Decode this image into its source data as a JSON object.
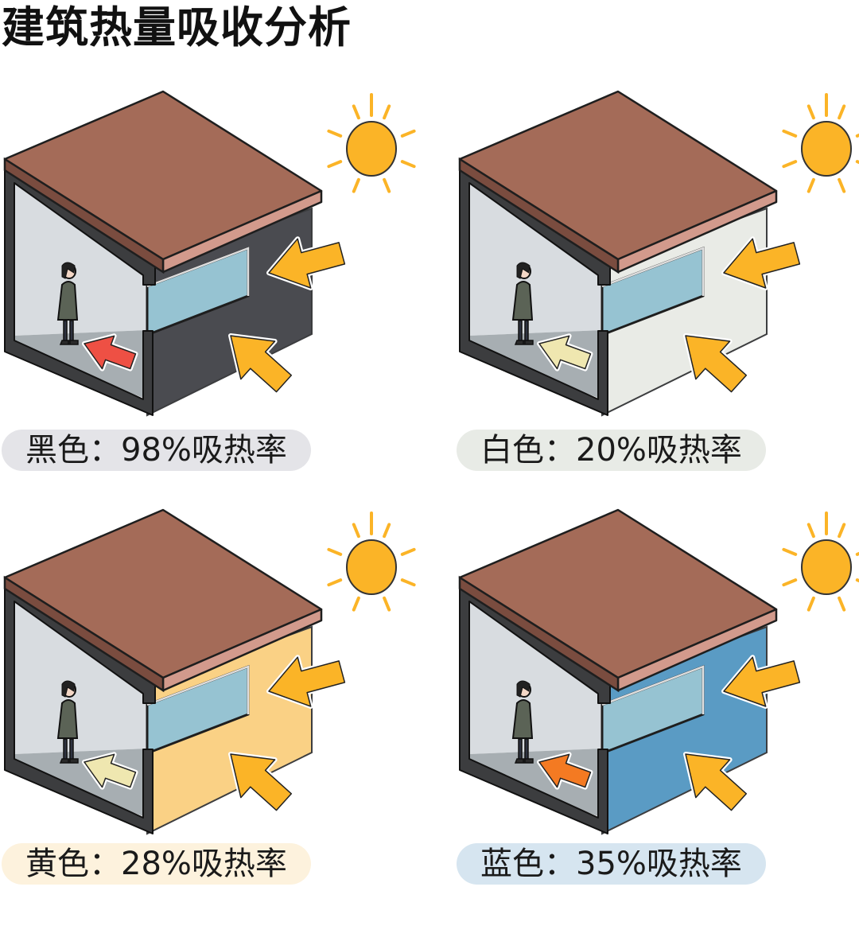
{
  "title": "建筑热量吸收分析",
  "panels": [
    {
      "label": "黑色：98%吸热率",
      "wall_color": "#4a4b50",
      "inner_arrow_color": "#ee5044",
      "caption_bg": "#e4e4e8"
    },
    {
      "label": "白色：20%吸热率",
      "wall_color": "#e9ebe6",
      "inner_arrow_color": "#efe7b0",
      "caption_bg": "#e8ebe6"
    },
    {
      "label": "黄色：28%吸热率",
      "wall_color": "#fad185",
      "inner_arrow_color": "#efe7b0",
      "caption_bg": "#fdf2dd"
    },
    {
      "label": "蓝色：35%吸热率",
      "wall_color": "#5a9bc4",
      "inner_arrow_color": "#f47a22",
      "caption_bg": "#d6e5f0"
    }
  ],
  "colors": {
    "roof_top": "#a46b58",
    "roof_edge": "#d29a8c",
    "frame": "#3c3d3f",
    "inner_wall": "#d8dce0",
    "floor": "#a7aeb2",
    "glass": "#96c3d2",
    "sun": "#fbb427",
    "sun_arrow": "#fbb427",
    "coat": "#5b6356",
    "pants": "#2e3340"
  },
  "icons": [
    "sun-icon",
    "arrow-icon",
    "person-icon"
  ]
}
